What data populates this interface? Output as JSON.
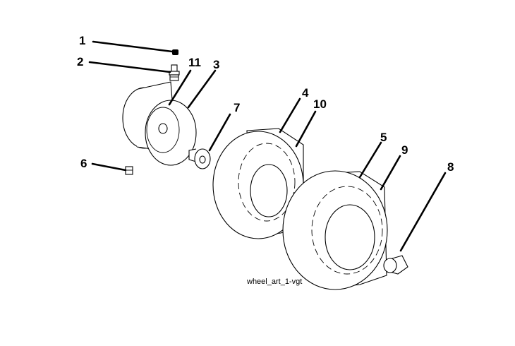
{
  "diagram": {
    "caption": "wheel_art_1-vgt",
    "callouts": [
      {
        "id": "c1",
        "label": "1"
      },
      {
        "id": "c2",
        "label": "2"
      },
      {
        "id": "c11",
        "label": "11"
      },
      {
        "id": "c3",
        "label": "3"
      },
      {
        "id": "c4",
        "label": "4"
      },
      {
        "id": "c10",
        "label": "10"
      },
      {
        "id": "c7",
        "label": "7"
      },
      {
        "id": "c5",
        "label": "5"
      },
      {
        "id": "c9",
        "label": "9"
      },
      {
        "id": "c6",
        "label": "6"
      },
      {
        "id": "c8",
        "label": "8"
      }
    ]
  }
}
